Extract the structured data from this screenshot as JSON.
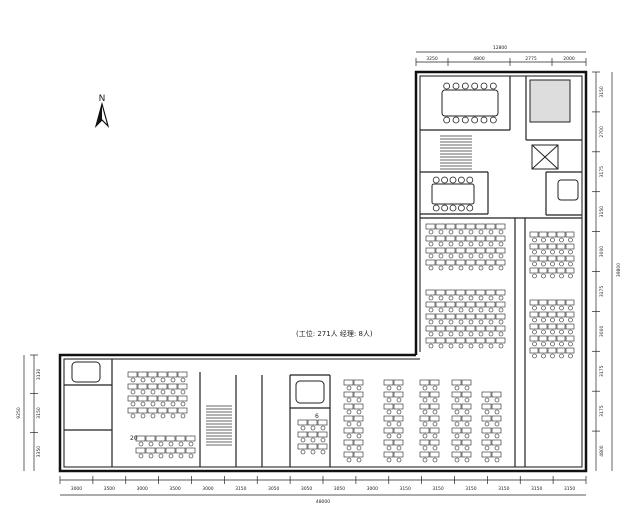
{
  "plan": {
    "capacity_note": "(工位: 271人  经理: 8人)",
    "north_label": "N"
  },
  "dimensions": {
    "top_overall": "12800",
    "top_segments": [
      "3250",
      "4800",
      "2775",
      "2000"
    ],
    "right_segments": [
      "3150",
      "2700",
      "3175",
      "3150",
      "3000",
      "3175",
      "3000",
      "3175",
      "3175",
      "4800"
    ],
    "right_overall": "39800",
    "left_segments": [
      "3130",
      "3150",
      "3350"
    ],
    "left_overall": "9250",
    "bottom_overall": "48000",
    "bottom_segments": [
      "3000",
      "3500",
      "3000",
      "3500",
      "3000",
      "3150",
      "3050",
      "3050",
      "3050",
      "3000",
      "3150",
      "3150",
      "3150",
      "3150",
      "3150",
      "3150"
    ]
  },
  "room_numbers": [
    "6",
    "20"
  ]
}
